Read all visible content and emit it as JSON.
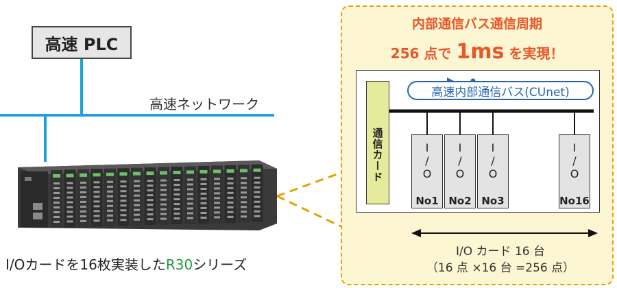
{
  "plc": {
    "label": "高速 PLC"
  },
  "network": {
    "label": "高速ネットワーク"
  },
  "caption": {
    "prefix": "I/Oカードを16枚実装した",
    "accent": "R30",
    "suffix": "シリーズ"
  },
  "panel": {
    "title": "内部通信バス通信周期",
    "sub_prefix": "256 点で ",
    "sub_value": "1ms",
    "sub_suffix": " を実現！",
    "bus_label": "高速内部通信バス(CUnet)",
    "comm_card_label": "通信カード",
    "io_cards": [
      {
        "text1": "I",
        "text2": "/",
        "text3": "O",
        "no": "No1"
      },
      {
        "text1": "I",
        "text2": "/",
        "text3": "O",
        "no": "No2"
      },
      {
        "text1": "I",
        "text2": "/",
        "text3": "O",
        "no": "No3"
      },
      {
        "text1": "I",
        "text2": "/",
        "text3": "O",
        "no": "No16"
      }
    ],
    "count_label": "I/O カード 16 台",
    "count_sub": "（16 点 ×16 台 =256 点）"
  },
  "colors": {
    "network_blue": "#1ea0dc",
    "accent_orange": "#e8572a",
    "bus_blue": "#2466b0",
    "dash_orange": "#e8a000",
    "series_green": "#1f9a3a"
  }
}
